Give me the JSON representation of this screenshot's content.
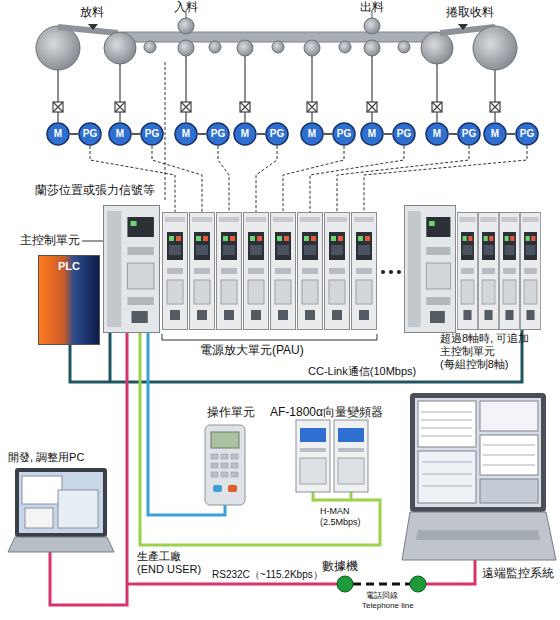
{
  "diagram": {
    "nodes": [
      {
        "text": [
          "M"
        ]
      },
      {
        "text": [
          "PG"
        ]
      },
      {
        "text": [
          "M"
        ]
      },
      {
        "text": [
          "PG"
        ]
      },
      {
        "text": [
          "M"
        ]
      },
      {
        "text": [
          "PG"
        ]
      },
      {
        "text": [
          "M"
        ]
      },
      {
        "text": [
          "PG"
        ]
      },
      {
        "text": [
          "M"
        ]
      },
      {
        "text": [
          "PG"
        ]
      },
      {
        "text": [
          "M"
        ]
      },
      {
        "text": [
          "PG"
        ]
      },
      {
        "text": [
          "M"
        ]
      },
      {
        "text": [
          "PG"
        ]
      },
      {
        "text": [
          "M"
        ]
      },
      {
        "text": [
          "PG"
        ]
      },
      {
        "text": [
          "PLC"
        ]
      }
    ],
    "edges": [
      {
        "from": 0,
        "to": 1,
        "arrow": "none"
      },
      {
        "from": 2,
        "to": 3,
        "arrow": "none"
      },
      {
        "from": 4,
        "to": 5,
        "arrow": "none"
      },
      {
        "from": 6,
        "to": 7,
        "arrow": "none"
      },
      {
        "from": 8,
        "to": 9,
        "arrow": "none"
      },
      {
        "from": 10,
        "to": 11,
        "arrow": "none"
      },
      {
        "from": 12,
        "to": 13,
        "arrow": "none"
      },
      {
        "from": 14,
        "to": 15,
        "arrow": "none"
      }
    ],
    "labels": [
      "放料",
      "入料",
      "出料",
      "捲取收料",
      "蘭莎位置或張力信號等",
      "主控制單元",
      "電源放大單元(PAU)",
      "超過8軸時, 可追加 主控制單元 (每組控制8軸)",
      "CC-Link通信(10Mbps)",
      "操作單元",
      "AF-1800α向量變頻器",
      "H-MAN (2.5Mbps)",
      "開發, 調整用PC",
      "生產工廠 (END USER)",
      "RS232C（~115.2Kbps）",
      "數據機",
      "電話回線",
      "Telephone line",
      "遠端監控系統"
    ]
  }
}
